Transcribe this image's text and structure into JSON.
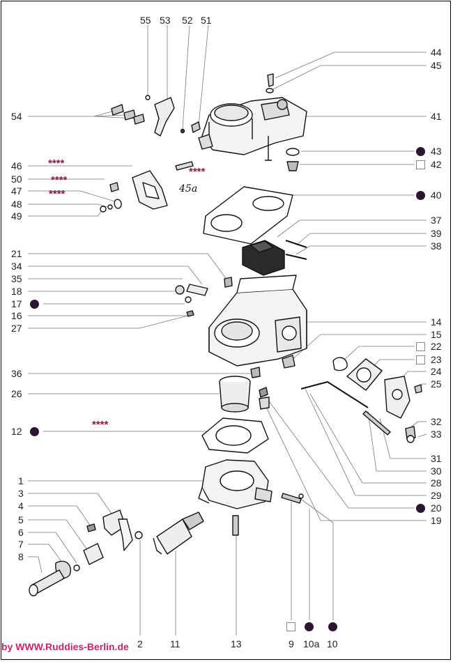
{
  "credit": "by WWW.Ruddies-Berlin.de",
  "handwritten_note": "45a",
  "stars": "****",
  "colors": {
    "stars": "#8b1a3a",
    "credit": "#cc2266",
    "marker": "#2b1530"
  },
  "top_labels": [
    "55",
    "53",
    "52",
    "51"
  ],
  "right_labels": [
    "44",
    "45",
    "41",
    "43",
    "42",
    "40",
    "37",
    "39",
    "38",
    "14",
    "15",
    "22",
    "23",
    "24",
    "25",
    "32",
    "33",
    "31",
    "30",
    "28",
    "29",
    "20",
    "19"
  ],
  "left_labels": [
    "54",
    "46",
    "50",
    "47",
    "48",
    "49",
    "21",
    "34",
    "35",
    "18",
    "17",
    "16",
    "27",
    "36",
    "26",
    "12",
    "1",
    "3",
    "4",
    "5",
    "6",
    "7",
    "8"
  ],
  "bottom_labels": [
    "2",
    "11",
    "13",
    "9",
    "10a",
    "10"
  ],
  "markers": {
    "filled": [
      "43",
      "40",
      "17",
      "12",
      "20",
      "10a",
      "10"
    ],
    "empty": [
      "42",
      "22",
      "23",
      "9"
    ]
  }
}
